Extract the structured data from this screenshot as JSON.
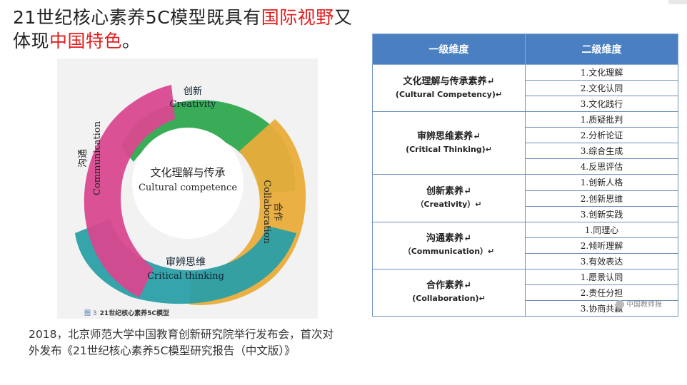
{
  "title": {
    "part1": "21世纪核心素养5C模型既具有",
    "highlight1": "国际视野",
    "part2": "又体现",
    "highlight2": "中国特色",
    "part3": "。"
  },
  "figure": {
    "center_cn": "文化理解与传承",
    "center_en": "Cultural competence",
    "creativity_cn": "创新",
    "creativity_en": "Creativity",
    "collaboration_cn": "合作",
    "collaboration_en": "Collaboration",
    "critical_cn": "审辨思维",
    "critical_en": "Critical thinking",
    "communication_cn": "沟通",
    "communication_en": "Communication",
    "caption_num": "图 3",
    "caption_text": "21世纪核心素养5C模型",
    "colors": {
      "creativity": "#2fa84f",
      "collaboration": "#e9ac3a",
      "critical": "#2a9fa6",
      "communication": "#d9488f"
    }
  },
  "note": "2018，北京师范大学中国教育创新研究院举行发布会，首次对外发布《21世纪核心素养5C模型研究报告（中文版）》",
  "table": {
    "header_primary": "一级维度",
    "header_secondary": "二级维度",
    "groups": [
      {
        "cn": "文化理解与传承素养↵",
        "en": "(Cultural Competency)↵",
        "items": [
          "1.文化理解",
          "2.文化认同",
          "3.文化践行"
        ]
      },
      {
        "cn": "审辨思维素养↵",
        "en": "(Critical Thinking)↵",
        "items": [
          "1.质疑批判",
          "2.分析论证",
          "3.综合生成",
          "4.反思评估"
        ]
      },
      {
        "cn": "创新素养↵",
        "en": "（Creativity）↵",
        "items": [
          "1.创新人格",
          "2.创新思维",
          "3.创新实践"
        ]
      },
      {
        "cn": "沟通素养↵",
        "en": "（Communication）↵",
        "items": [
          "1.同理心",
          "2.倾听理解",
          "3.有效表达"
        ]
      },
      {
        "cn": "合作素养↵",
        "en": "(Collaboration)↵",
        "items": [
          "1.愿景认同",
          "2.责任分担",
          "3.协商共赢"
        ]
      }
    ]
  },
  "watermark": "中国教师报"
}
